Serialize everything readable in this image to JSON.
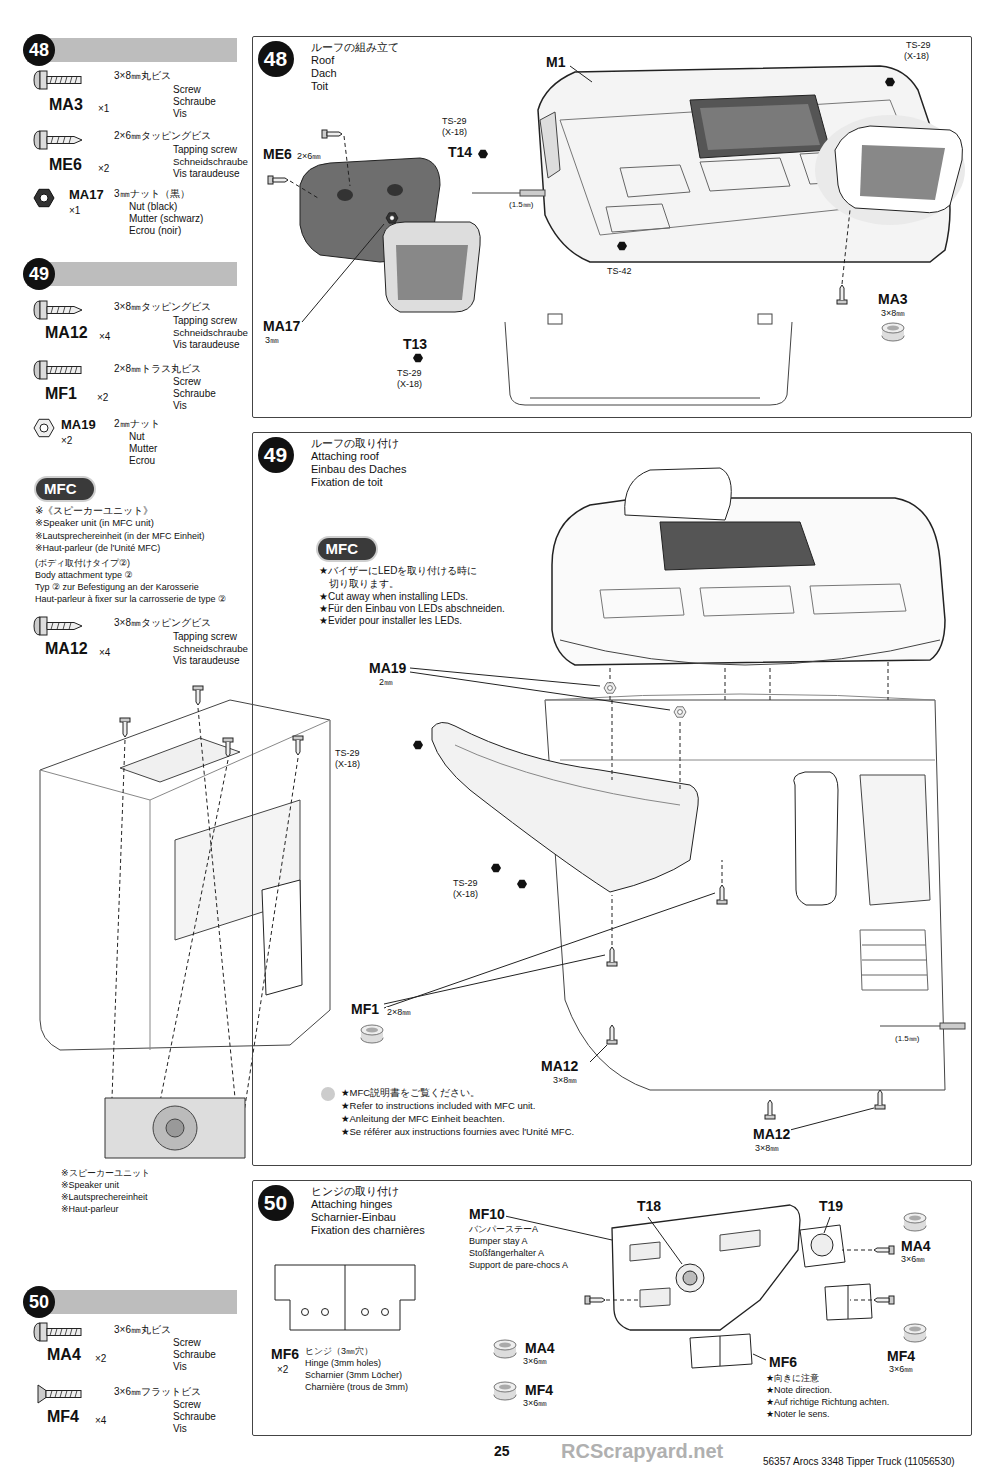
{
  "diagram": {
    "nodes": [
      {
        "text": [
          "48"
        ]
      },
      {
        "text": [
          "ルーフの組み立て",
          "Roof",
          "Dach",
          "Toit"
        ]
      },
      {
        "text": [
          "48"
        ],
        "in": 1
      },
      {
        "text": [
          "49"
        ]
      },
      {
        "text": [
          "MFC"
        ]
      },
      {
        "text": [
          "ルーフの取り付け",
          "Attaching roof",
          "Einbau des Daches",
          "Fixation de toit"
        ]
      },
      {
        "text": [
          "49"
        ],
        "in": 5
      },
      {
        "text": [
          "MFC"
        ],
        "in": 5
      },
      {
        "text": [
          "50"
        ]
      },
      {
        "text": [
          "ヒンジの取り付け",
          "Attaching hinges",
          "Scharnier-Einbau",
          "Fixation des charnières"
        ]
      },
      {
        "text": [
          "50"
        ],
        "in": 9
      }
    ],
    "labels": [
      "MA3",
      "×1",
      "3×8㎜丸ビス",
      "Screw",
      "Schraube",
      "Vis",
      "ME6",
      "×2",
      "2×6㎜タッピングビス",
      "Tapping screw",
      "Schneidschraube",
      "Vis taraudeuse",
      "MA17",
      "×1",
      "3㎜ナット（黒）",
      "Nut (black)",
      "Mutter (schwarz)",
      "Ecrou (noir)",
      "MA12",
      "×4",
      "3×8㎜タッピングビス",
      "Tapping screw",
      "Schneidschraube",
      "Vis taraudeuse",
      "MF1",
      "×2",
      "2×8㎜トラス丸ビス",
      "Screw",
      "Schraube",
      "Vis",
      "MA19",
      "×2",
      "2㎜ナット",
      "Nut",
      "Mutter",
      "Ecrou",
      "※《スピーカーユニット》",
      "※Speaker unit (in MFC unit)",
      "※Lautsprechereinheit (in der MFC Einheit)",
      "※Haut-parleur (de l'Unité MFC)",
      "(ボディ取付けタイプ②)",
      "Body attachment type ②",
      "Typ ② zur Befestigung an der Karosserie",
      "Haut-parleur à fixer sur la carrosserie de type ②",
      "MA12",
      "×4",
      "3×8㎜タッピングビス",
      "Tapping screw",
      "Schneidschraube",
      "Vis taraudeuse",
      "※スピーカーユニット",
      "※Speaker unit",
      "※Lautsprechereinheit",
      "※Haut-parleur",
      "★MFC説明書をご覧ください。",
      "★Refer to instructions included with MFC unit.",
      "★Anleitung der MFC Einheit beachten.",
      "★Se référer aux instructions fournies avec l'Unité MFC.",
      "MA4",
      "×2",
      "3×6㎜丸ビス",
      "Screw",
      "Schraube",
      "Vis",
      "MF4",
      "×4",
      "3×6㎜フラットビス",
      "Screw",
      "Schraube",
      "Vis",
      "M1",
      "TS-29",
      "(X-18)",
      "ME6",
      "2×6㎜",
      "TS-29",
      "(X-18)",
      "T14",
      "(1.5㎜)",
      "TS-42",
      "MA17",
      "3㎜",
      "T13",
      "TS-29",
      "(X-18)",
      "MA3",
      "3×8㎜",
      "★バイザーにLEDを取り付ける時に",
      "切り取ります。",
      "★Cut away when installing LEDs.",
      "★Für den Einbau von LEDs abschneiden.",
      "★Evider pour installer les LEDs.",
      "MA19",
      "2㎜",
      "TS-29",
      "(X-18)",
      "TS-29",
      "(X-18)",
      "MF1",
      "2×8㎜",
      "MA12",
      "3×8㎜",
      "(1.5㎜)",
      "MA12",
      "3×8㎜",
      "MF10",
      "バンパーステーA",
      "Bumper stay A",
      "Stoßfängerhalter A",
      "Support de pare-chocs A",
      "T18",
      "T19",
      "MA4",
      "3×6㎜",
      "MA4",
      "3×6㎜",
      "MF4",
      "3×6㎜",
      "MF6",
      "★向きに注意",
      "★Note direction.",
      "★Auf richtige Richtung achten.",
      "★Noter le sens.",
      "MF4",
      "3×6㎜",
      "MF6",
      "×2",
      "ヒンジ（3㎜穴）",
      "Hinge (3mm holes)",
      "Scharnier (3mm Löcher)",
      "Charnière (trous de 3mm)",
      "25",
      "56357 Arocs 3348 Tipper Truck (11056530)",
      "RCScrapyard.net"
    ]
  }
}
